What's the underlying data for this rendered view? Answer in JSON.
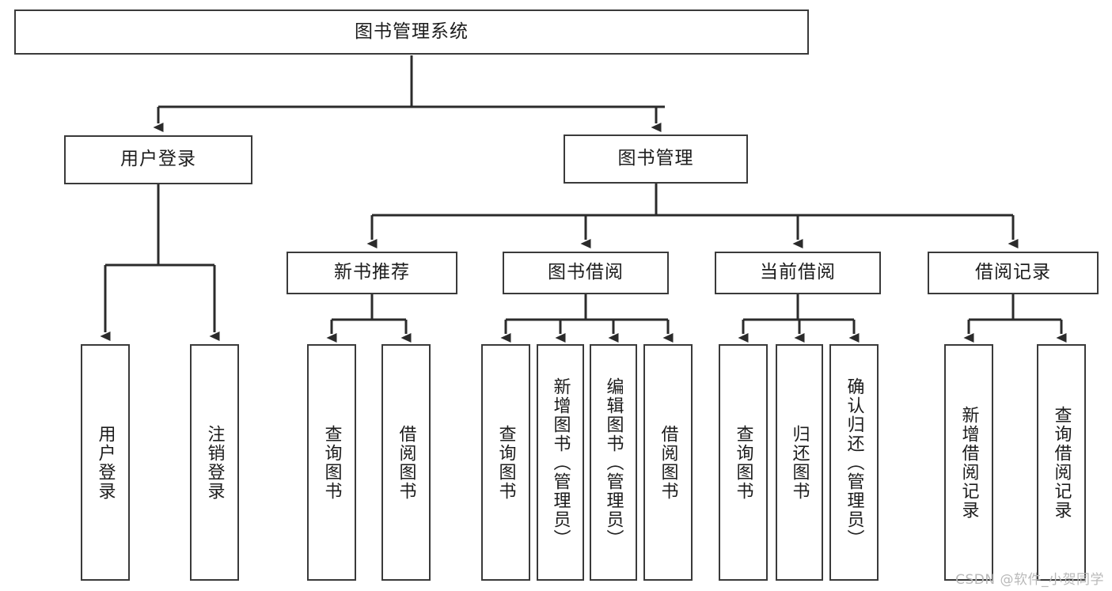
{
  "diagram": {
    "title": "图书管理系统",
    "type": "tree-hierarchy",
    "colors": {
      "node_border": "#3a3a3a",
      "node_fill": "#ffffff",
      "edge": "#2b2b2b",
      "text": "#1c1c1c",
      "watermark": "#b9b9b9"
    }
  },
  "root": {
    "label": "图书管理系统"
  },
  "level1": [
    {
      "label": "用户登录"
    },
    {
      "label": "图书管理"
    }
  ],
  "level2": [
    {
      "label": "新书推荐"
    },
    {
      "label": "图书借阅"
    },
    {
      "label": "当前借阅"
    },
    {
      "label": "借阅记录"
    }
  ],
  "leaves": [
    {
      "label": "用户登录",
      "parent": "用户登录"
    },
    {
      "label": "注销登录",
      "parent": "用户登录"
    },
    {
      "label": "查询图书",
      "parent": "新书推荐"
    },
    {
      "label": "借阅图书",
      "parent": "新书推荐"
    },
    {
      "label": "查询图书",
      "parent": "图书借阅"
    },
    {
      "label": "新增图书（管理员）",
      "parent": "图书借阅"
    },
    {
      "label": "编辑图书（管理员）",
      "parent": "图书借阅"
    },
    {
      "label": "借阅图书",
      "parent": "图书借阅"
    },
    {
      "label": "查询图书",
      "parent": "当前借阅"
    },
    {
      "label": "归还图书",
      "parent": "当前借阅"
    },
    {
      "label": "确认归还（管理员）",
      "parent": "当前借阅"
    },
    {
      "label": "新增借阅记录",
      "parent": "借阅记录"
    },
    {
      "label": "查询借阅记录",
      "parent": "借阅记录"
    }
  ],
  "watermark": {
    "text": "CSDN @软件_小贺同学"
  }
}
